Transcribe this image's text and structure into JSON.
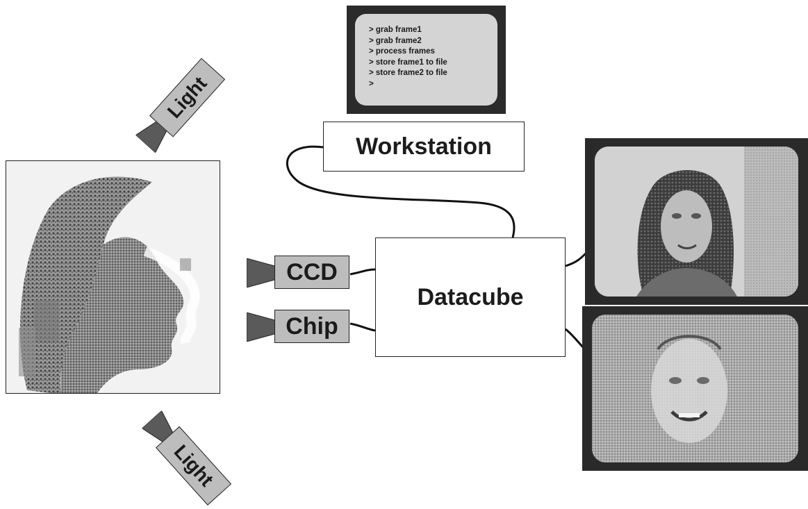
{
  "terminal": {
    "lines": [
      "> grab frame1",
      "> grab frame2",
      "> process frames",
      "> store frame1 to file",
      "> store frame2 to file",
      ">"
    ]
  },
  "workstation": {
    "label": "Workstation"
  },
  "datacube": {
    "label": "Datacube"
  },
  "cameras": {
    "ccd": "CCD",
    "chip": "Chip"
  },
  "lights": {
    "top": "Light",
    "bottom": "Light"
  },
  "colors": {
    "frame": "#2b2b2b",
    "label_fill": "#bdbdbd",
    "lens": "#5a5a5a",
    "screen": "#d4d4d4"
  },
  "icons": {
    "camera_lens": "camera-lens-icon",
    "light_lens": "light-lens-icon"
  }
}
